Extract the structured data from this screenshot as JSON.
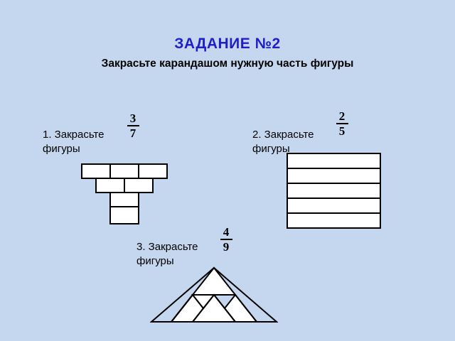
{
  "slide": {
    "title": "ЗАДАНИЕ №2",
    "subtitle": "Закрасьте карандашом нужную часть фигуры",
    "background_color": "#c5d7ef",
    "title_color": "#1f1fc8"
  },
  "tasks": [
    {
      "id": "task-1",
      "label": "1. Закрасьте\nфигуры",
      "fraction": {
        "numerator": "3",
        "denominator": "7"
      },
      "figure": "brick-cross-figure"
    },
    {
      "id": "task-2",
      "label": "2. Закрасьте\nфигуры",
      "fraction": {
        "numerator": "2",
        "denominator": "5"
      },
      "figure": "rectangle-five-strips-figure"
    },
    {
      "id": "task-3",
      "label": "3. Закрасьте\nфигуры",
      "fraction": {
        "numerator": "4",
        "denominator": "9"
      },
      "figure": "triangle-nine-parts-figure"
    }
  ]
}
